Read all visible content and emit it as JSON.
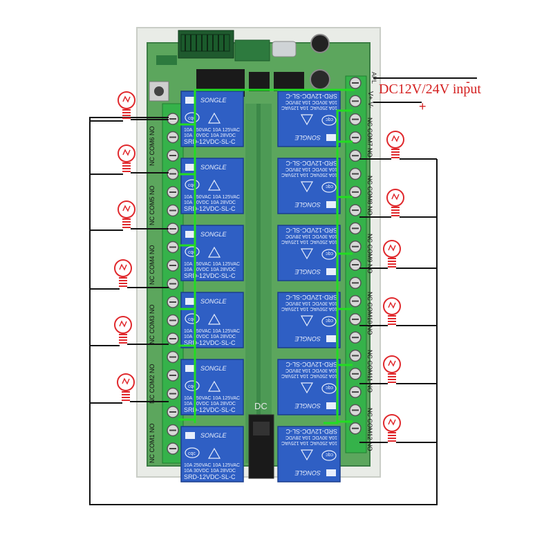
{
  "input_label": "DC12V/24V input",
  "polarity_plus": "+",
  "polarity_minus": "-",
  "power_terminals": "V+ V-",
  "dc_jack_label": "DC",
  "board_code": "APL",
  "relay": {
    "brand": "SONGLE",
    "model_left": "SRD-12VDC-SL-C",
    "model_right": "SRD-12VDC-SL-C",
    "rating_line1": "10A 250VAC  10A 125VAC",
    "rating_line2": "10A 30VDC  10A 28VDC",
    "cert_mark": "cqc"
  },
  "left_terminal_labels": [
    "NC COM6 NO",
    "NC COM5 NO",
    "NC COM4 NO",
    "NC COM3 NO",
    "NC COM2 NO",
    "NC COM1 NO"
  ],
  "right_terminal_labels": [
    "NC COM7 NO",
    "NC COM8 NO",
    "NC COM9 NO",
    "NC COM10 NO",
    "NC COM11 NO",
    "NC COM12 NO"
  ],
  "colors": {
    "board_frame": "#e8ece6",
    "pcb_green": "#5aa85c",
    "pcb_dark": "#3f8a4a",
    "terminal_green": "#35b24a",
    "relay_blue": "#2f5fc4",
    "wire_green": "#22dd22",
    "wire_black": "#111111",
    "bulb_red": "#e0282c",
    "input_red": "#d42020"
  },
  "icons": [
    "light-bulb-icon",
    "dc-jack-icon",
    "antenna-icon",
    "capacitor-icon",
    "push-button-icon"
  ]
}
